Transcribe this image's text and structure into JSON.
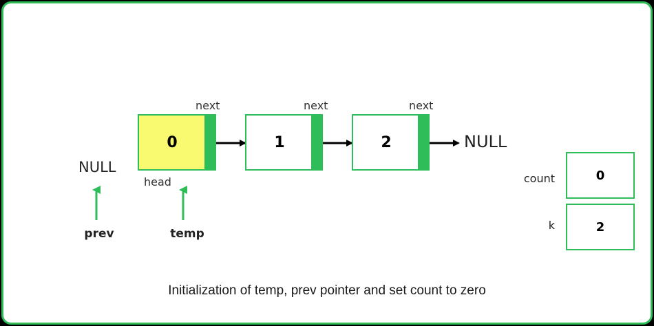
{
  "colors": {
    "accent": "#2fbd5a",
    "head_fill": "#fafa70",
    "background": "#ffffff"
  },
  "nodes": [
    {
      "value": "0",
      "next_label": "next"
    },
    {
      "value": "1",
      "next_label": "next"
    },
    {
      "value": "2",
      "next_label": "next"
    }
  ],
  "head_label": "head",
  "null_right": "NULL",
  "null_left": "NULL",
  "pointers": {
    "prev": "prev",
    "temp": "temp"
  },
  "variables": [
    {
      "name": "count",
      "value": "0"
    },
    {
      "name": "k",
      "value": "2"
    }
  ],
  "caption": "Initialization of temp, prev pointer and set count to zero"
}
